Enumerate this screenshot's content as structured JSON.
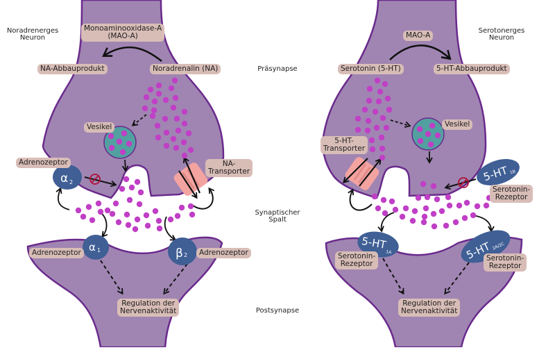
{
  "colors": {
    "neuron_fill": "#a085b2",
    "neuron_stroke": "#6a2a8c",
    "molecule": "#c03fc6",
    "vesicle": "#52a0a0",
    "receptor": "#3f5f95",
    "transporter": "#f3a3a0",
    "label_bg": "#d8bdb7",
    "inhibit": "#b0123a"
  },
  "regions": {
    "presynapse": "Präsynapse",
    "cleft_line1": "Synaptischer",
    "cleft_line2": "Spalt",
    "postsynapse": "Postsynapse"
  },
  "left": {
    "title_line1": "Noradrenerges",
    "title_line2": "Neuron",
    "enzyme_line1": "Monoaminooxidase-A",
    "enzyme_line2": "(MAO-A)",
    "product": "NA-Abbauprodukt",
    "transmitter": "Noradrenalin (NA)",
    "vesicle": "Vesikel",
    "transporter_line1": "NA-",
    "transporter_line2": "Transporter",
    "auto_receptor_label": "Adrenozeptor",
    "auto_receptor_symbol": "α",
    "auto_receptor_sub": "2",
    "post_receptor1_label": "Adrenozeptor",
    "post_receptor1_symbol": "α",
    "post_receptor1_sub": "1",
    "post_receptor2_label": "Adrenozeptor",
    "post_receptor2_symbol": "β",
    "post_receptor2_sub": "2",
    "effect_line1": "Regulation der",
    "effect_line2": "Nervenaktivität"
  },
  "right": {
    "title_line1": "Serotonerges",
    "title_line2": "Neuron",
    "enzyme": "MAO-A",
    "product": "5-HT-Abbauprodukt",
    "transmitter": "Serotonin (5-HT)",
    "vesicle": "Vesikel",
    "transporter_line1": "5-HT-",
    "transporter_line2": "Transporter",
    "auto_receptor_symbol": "5-HT",
    "auto_receptor_sub": "1B",
    "auto_receptor_label_line1": "Serotonin-",
    "auto_receptor_label_line2": "Rezeptor",
    "post_receptor1_symbol": "5-HT",
    "post_receptor1_sub": "1A",
    "post_receptor1_label_line1": "Serotonin-",
    "post_receptor1_label_line2": "Rezeptor",
    "post_receptor2_symbol": "5-HT",
    "post_receptor2_sub": "2A/2C",
    "post_receptor2_label_line1": "Serotonin-",
    "post_receptor2_label_line2": "Rezeptor",
    "effect_line1": "Regulation der",
    "effect_line2": "Nervenaktivität"
  }
}
